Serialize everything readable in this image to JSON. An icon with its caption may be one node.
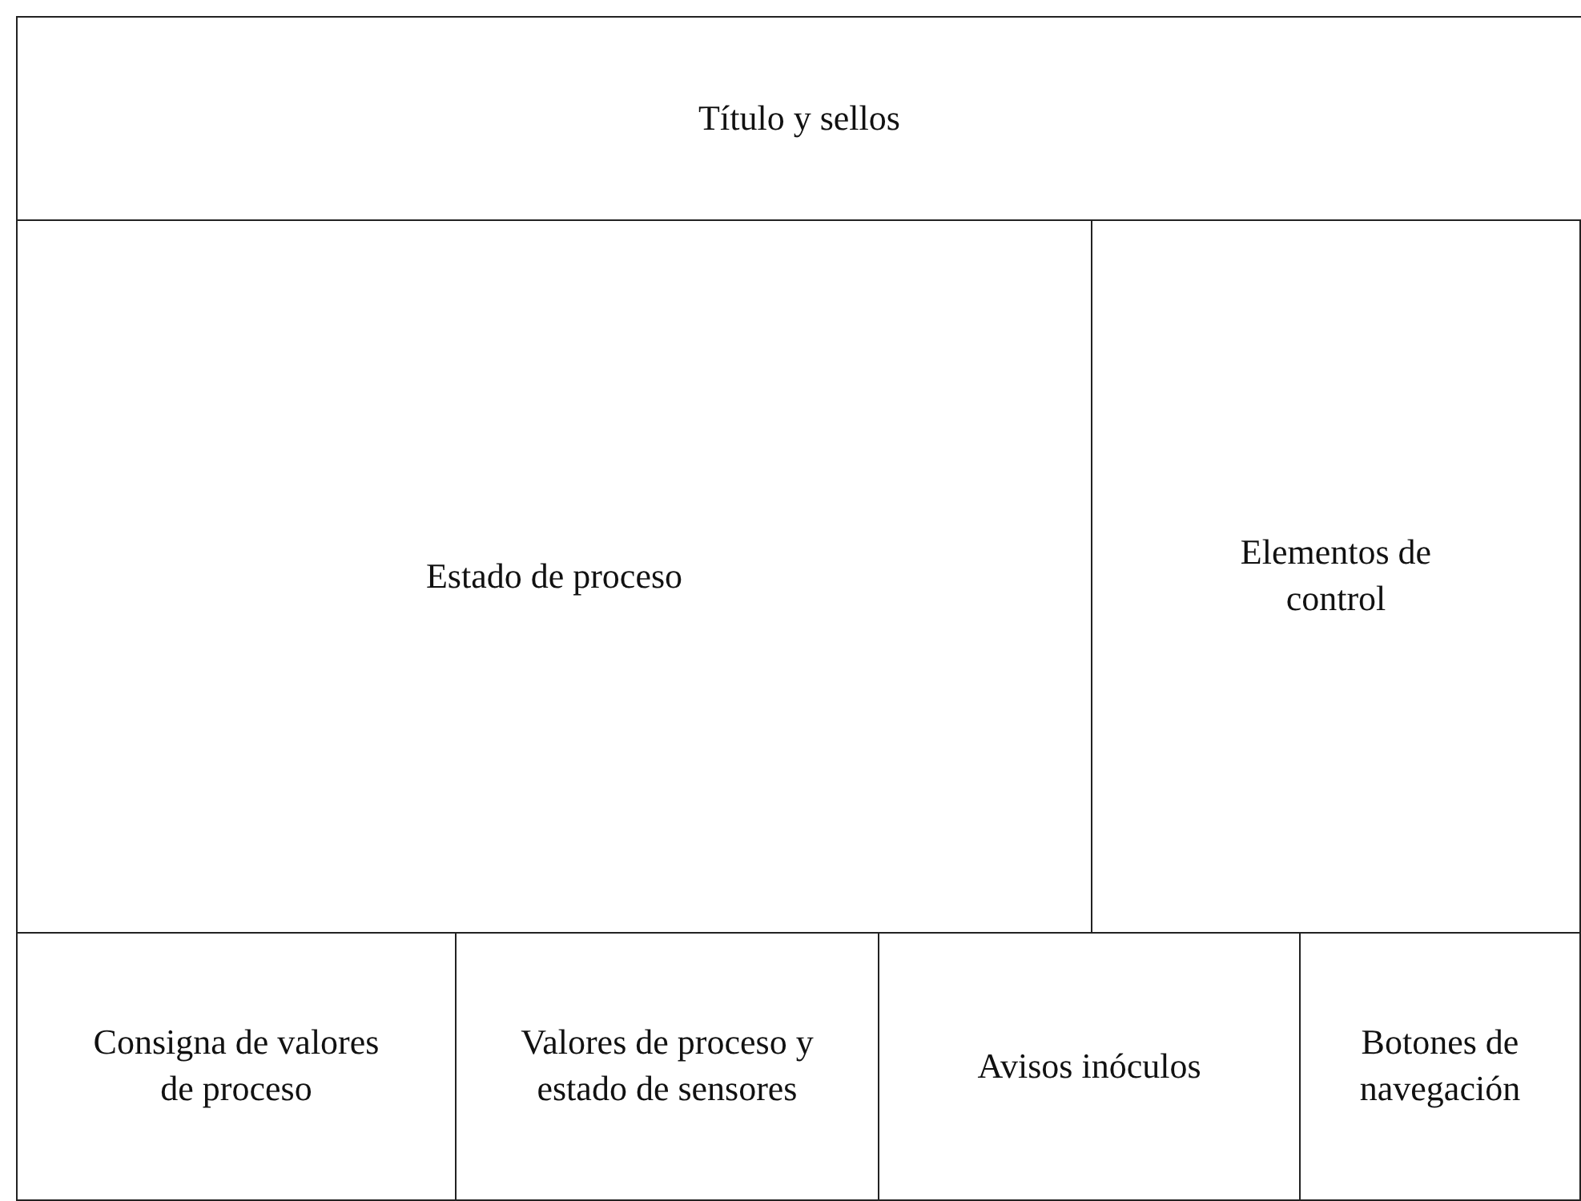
{
  "diagram": {
    "nodes": [
      {
        "text": [
          "Título y sellos"
        ]
      },
      {
        "text": [
          "Estado de proceso"
        ]
      },
      {
        "text": [
          "Elementos de control"
        ]
      },
      {
        "text": [
          "Consigna de valores de proceso"
        ]
      },
      {
        "text": [
          "Valores de proceso y estado de sensores"
        ]
      },
      {
        "text": [
          "Avisos inóculos"
        ]
      },
      {
        "text": [
          "Botones de navegación"
        ]
      }
    ]
  }
}
